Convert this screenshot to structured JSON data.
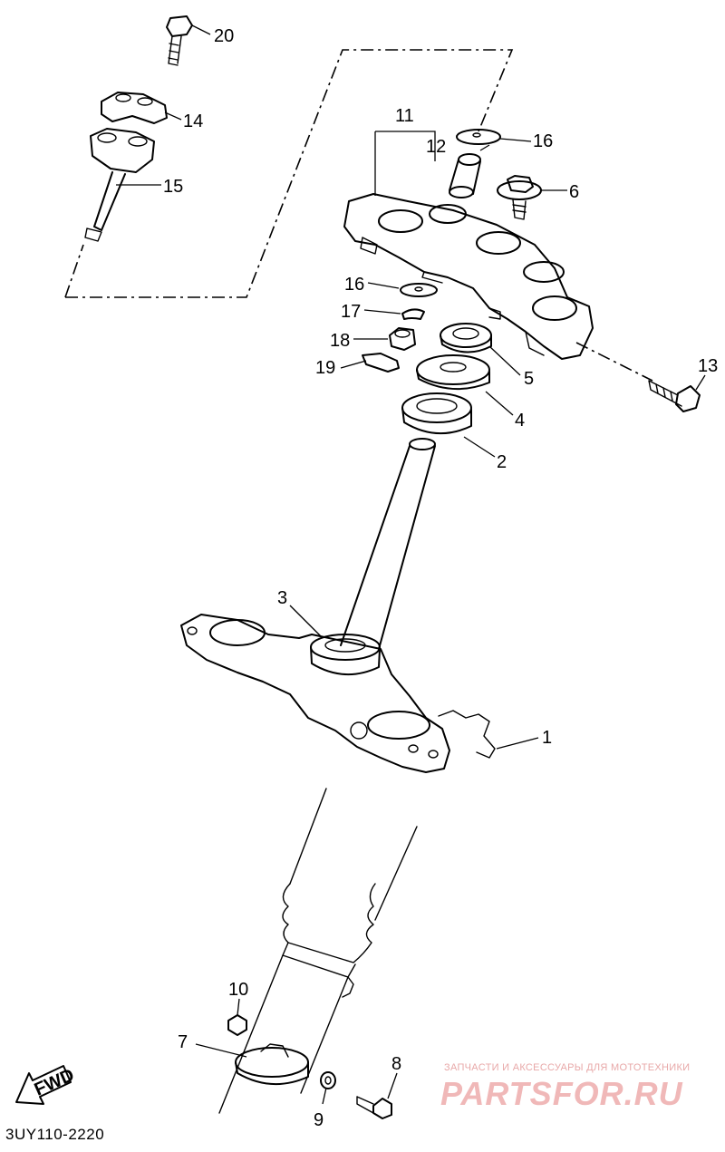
{
  "diagram_code": "3UY110-2220",
  "fwd_label": "FWD",
  "watermark": {
    "caption": "ЗАПЧАСТИ И АКСЕССУАРЫ ДЛЯ МОТОТЕХНИКИ",
    "logo": "PARTSFOR.RU"
  },
  "callouts": [
    "20",
    "14",
    "15",
    "11",
    "12",
    "16",
    "6",
    "16",
    "17",
    "18",
    "19",
    "5",
    "4",
    "2",
    "13",
    "3",
    "1",
    "10",
    "7",
    "8",
    "9"
  ]
}
